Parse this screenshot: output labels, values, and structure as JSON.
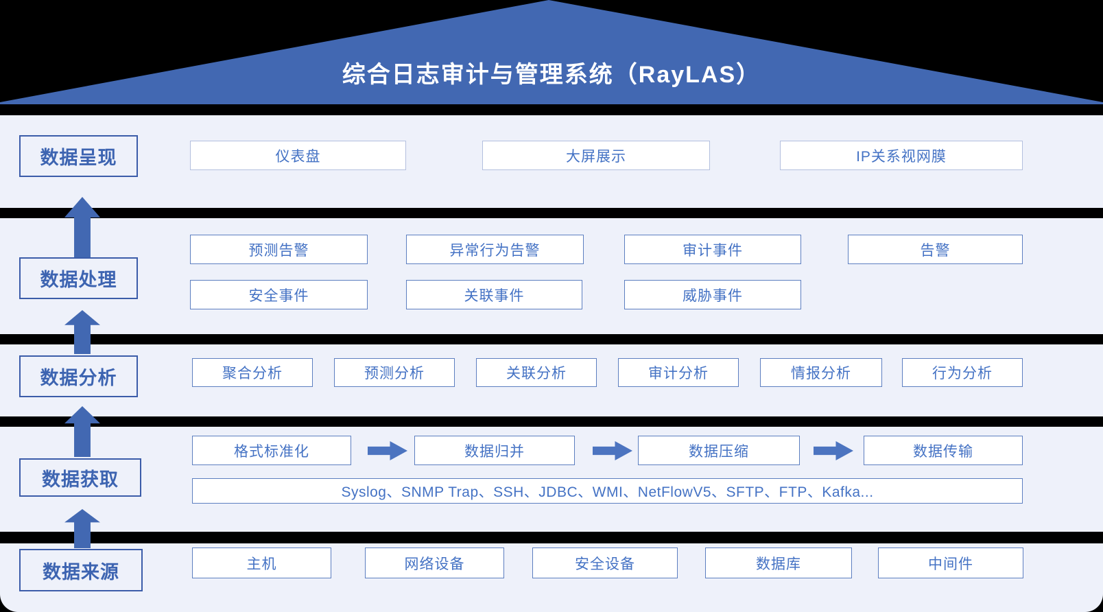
{
  "title": "综合日志审计与管理系统（RayLAS）",
  "colors": {
    "roof_blue": "#4268B2",
    "band_background": "#EEF1FA",
    "gap_background": "#000000",
    "box_text_blue": "#4472C4",
    "label_border_blue": "#3B5CA9",
    "label_text_blue": "#3D64B1",
    "arrow_blue": "#4C74C0",
    "box_fill": "#FFFFFF"
  },
  "layers": [
    {
      "label": "数据呈现",
      "boxes": [
        "仪表盘",
        "大屏展示",
        "IP关系视网膜"
      ]
    },
    {
      "label": "数据处理",
      "rows": [
        [
          "预测告警",
          "异常行为告警",
          "审计事件",
          "告警"
        ],
        [
          "安全事件",
          "关联事件",
          "威胁事件"
        ]
      ]
    },
    {
      "label": "数据分析",
      "boxes": [
        "聚合分析",
        "预测分析",
        "关联分析",
        "审计分析",
        "情报分析",
        "行为分析"
      ]
    },
    {
      "label": "数据获取",
      "pipeline": [
        "格式标准化",
        "数据归并",
        "数据压缩",
        "数据传输"
      ],
      "protocols": "Syslog、SNMP Trap、SSH、JDBC、WMI、NetFlowV5、SFTP、FTP、Kafka..."
    },
    {
      "label": "数据来源",
      "boxes": [
        "主机",
        "网络设备",
        "安全设备",
        "数据库",
        "中间件"
      ]
    }
  ]
}
